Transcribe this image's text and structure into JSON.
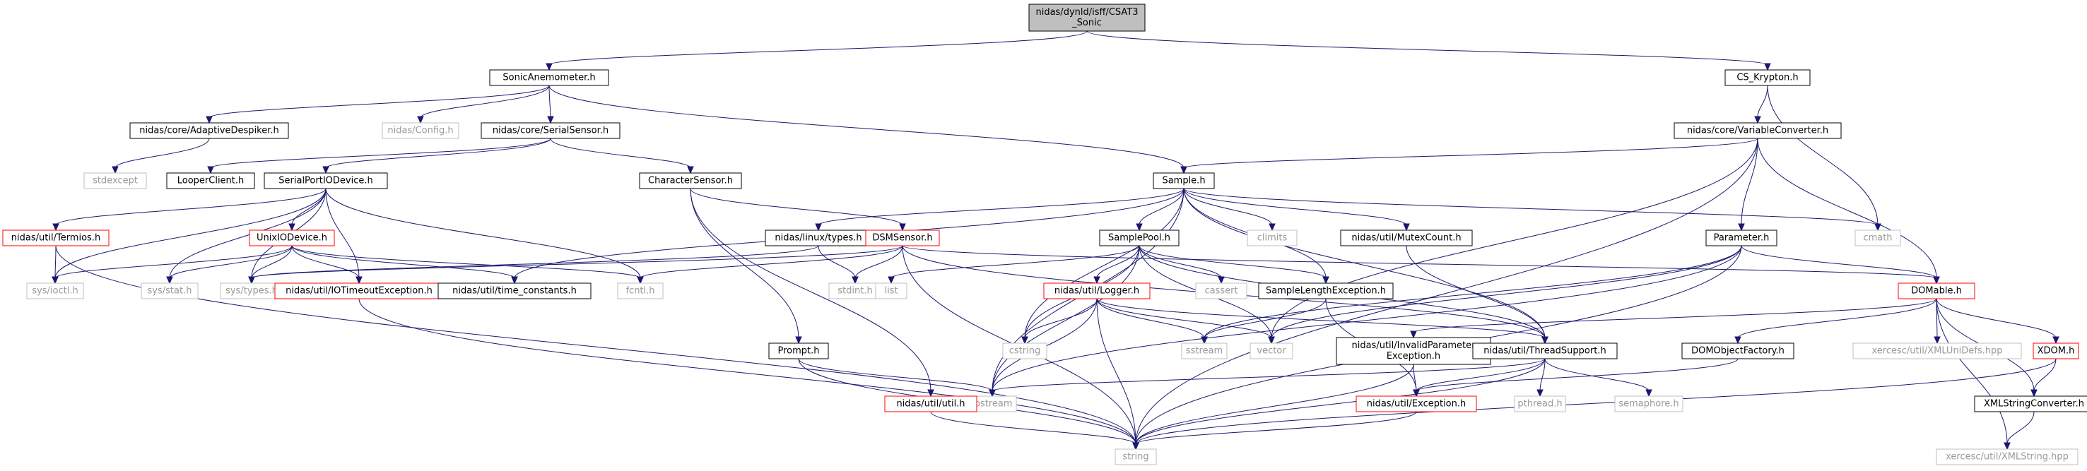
{
  "colors": {
    "edge": "#191970",
    "root_fill": "#bfbfbf",
    "black_border": "#000000",
    "red_border": "#ff0000",
    "gray_border": "#bfbfbf",
    "gray_text": "#9a9a9a"
  },
  "nodes": [
    {
      "id": "root",
      "lines": [
        "nidas/dynld/isff/CSAT3",
        "_Sonic"
      ],
      "style": "root"
    },
    {
      "id": "sonic",
      "lines": [
        "SonicAnemometer.h"
      ],
      "style": "black"
    },
    {
      "id": "krypton",
      "lines": [
        "CS_Krypton.h"
      ],
      "style": "black"
    },
    {
      "id": "despiker",
      "lines": [
        "nidas/core/AdaptiveDespiker.h"
      ],
      "style": "black"
    },
    {
      "id": "config",
      "lines": [
        "nidas/Config.h"
      ],
      "style": "gray"
    },
    {
      "id": "serialsensor",
      "lines": [
        "nidas/core/SerialSensor.h"
      ],
      "style": "black"
    },
    {
      "id": "varconv",
      "lines": [
        "nidas/core/VariableConverter.h"
      ],
      "style": "black"
    },
    {
      "id": "stdexcept",
      "lines": [
        "stdexcept"
      ],
      "style": "gray"
    },
    {
      "id": "looper",
      "lines": [
        "LooperClient.h"
      ],
      "style": "black"
    },
    {
      "id": "serialport",
      "lines": [
        "SerialPortIODevice.h"
      ],
      "style": "black"
    },
    {
      "id": "charsensor",
      "lines": [
        "CharacterSensor.h"
      ],
      "style": "black"
    },
    {
      "id": "sample",
      "lines": [
        "Sample.h"
      ],
      "style": "black"
    },
    {
      "id": "termios",
      "lines": [
        "nidas/util/Termios.h"
      ],
      "style": "red"
    },
    {
      "id": "unixio",
      "lines": [
        "UnixIODevice.h"
      ],
      "style": "red"
    },
    {
      "id": "linuxtypes",
      "lines": [
        "nidas/linux/types.h"
      ],
      "style": "black"
    },
    {
      "id": "dsmsensor",
      "lines": [
        "DSMSensor.h"
      ],
      "style": "red"
    },
    {
      "id": "samplepool",
      "lines": [
        "SamplePool.h"
      ],
      "style": "black"
    },
    {
      "id": "climits",
      "lines": [
        "climits"
      ],
      "style": "gray"
    },
    {
      "id": "mutexcount",
      "lines": [
        "nidas/util/MutexCount.h"
      ],
      "style": "black"
    },
    {
      "id": "parameter",
      "lines": [
        "Parameter.h"
      ],
      "style": "black"
    },
    {
      "id": "cmath",
      "lines": [
        "cmath"
      ],
      "style": "gray"
    },
    {
      "id": "sysioctl",
      "lines": [
        "sys/ioctl.h"
      ],
      "style": "gray"
    },
    {
      "id": "sysstat",
      "lines": [
        "sys/stat.h"
      ],
      "style": "gray"
    },
    {
      "id": "systypes",
      "lines": [
        "sys/types.h"
      ],
      "style": "gray"
    },
    {
      "id": "iotimeout",
      "lines": [
        "nidas/util/IOTimeoutException.h"
      ],
      "style": "red"
    },
    {
      "id": "timeconst",
      "lines": [
        "nidas/util/time_constants.h"
      ],
      "style": "black"
    },
    {
      "id": "fcntl",
      "lines": [
        "fcntl.h"
      ],
      "style": "gray"
    },
    {
      "id": "stdint",
      "lines": [
        "stdint.h"
      ],
      "style": "gray"
    },
    {
      "id": "list",
      "lines": [
        "list"
      ],
      "style": "gray"
    },
    {
      "id": "logger",
      "lines": [
        "nidas/util/Logger.h"
      ],
      "style": "red"
    },
    {
      "id": "cassert",
      "lines": [
        "cassert"
      ],
      "style": "gray"
    },
    {
      "id": "samplelenexc",
      "lines": [
        "SampleLengthException.h"
      ],
      "style": "black"
    },
    {
      "id": "domable",
      "lines": [
        "DOMable.h"
      ],
      "style": "red"
    },
    {
      "id": "cstring",
      "lines": [
        "cstring"
      ],
      "style": "gray"
    },
    {
      "id": "sstream",
      "lines": [
        "sstream"
      ],
      "style": "gray"
    },
    {
      "id": "vector",
      "lines": [
        "vector"
      ],
      "style": "gray"
    },
    {
      "id": "invparam",
      "lines": [
        "nidas/util/InvalidParameter",
        "Exception.h"
      ],
      "style": "black"
    },
    {
      "id": "threadsupport",
      "lines": [
        "nidas/util/ThreadSupport.h"
      ],
      "style": "black"
    },
    {
      "id": "domfactory",
      "lines": [
        "DOMObjectFactory.h"
      ],
      "style": "black"
    },
    {
      "id": "xmlunidefs",
      "lines": [
        "xercesc/util/XMLUniDefs.hpp"
      ],
      "style": "gray"
    },
    {
      "id": "xdom",
      "lines": [
        "XDOM.h"
      ],
      "style": "red"
    },
    {
      "id": "prompt",
      "lines": [
        "Prompt.h"
      ],
      "style": "black"
    },
    {
      "id": "iostream",
      "lines": [
        "iostream"
      ],
      "style": "gray"
    },
    {
      "id": "util",
      "lines": [
        "nidas/util/util.h"
      ],
      "style": "red"
    },
    {
      "id": "exception",
      "lines": [
        "nidas/util/Exception.h"
      ],
      "style": "red"
    },
    {
      "id": "pthread",
      "lines": [
        "pthread.h"
      ],
      "style": "gray"
    },
    {
      "id": "semaphore",
      "lines": [
        "semaphore.h"
      ],
      "style": "gray"
    },
    {
      "id": "xmlstrconv",
      "lines": [
        "XMLStringConverter.h"
      ],
      "style": "black"
    },
    {
      "id": "string",
      "lines": [
        "string"
      ],
      "style": "gray"
    },
    {
      "id": "xmlstring",
      "lines": [
        "xercesc/util/XMLString.hpp"
      ],
      "style": "gray"
    }
  ],
  "edges": [
    [
      "root",
      "sonic"
    ],
    [
      "root",
      "krypton"
    ],
    [
      "sonic",
      "despiker"
    ],
    [
      "sonic",
      "config"
    ],
    [
      "sonic",
      "serialsensor"
    ],
    [
      "sonic",
      "sample"
    ],
    [
      "despiker",
      "stdexcept"
    ],
    [
      "serialsensor",
      "looper"
    ],
    [
      "serialsensor",
      "serialport"
    ],
    [
      "serialsensor",
      "charsensor"
    ],
    [
      "serialport",
      "termios"
    ],
    [
      "serialport",
      "unixio"
    ],
    [
      "serialport",
      "sysioctl"
    ],
    [
      "serialport",
      "sysstat"
    ],
    [
      "serialport",
      "systypes"
    ],
    [
      "serialport",
      "iotimeout"
    ],
    [
      "serialport",
      "fcntl"
    ],
    [
      "termios",
      "sysioctl"
    ],
    [
      "termios",
      "string"
    ],
    [
      "unixio",
      "sysioctl"
    ],
    [
      "unixio",
      "sysstat"
    ],
    [
      "unixio",
      "systypes"
    ],
    [
      "unixio",
      "iotimeout"
    ],
    [
      "unixio",
      "timeconst"
    ],
    [
      "unixio",
      "fcntl"
    ],
    [
      "iotimeout",
      "string"
    ],
    [
      "charsensor",
      "dsmsensor"
    ],
    [
      "charsensor",
      "prompt"
    ],
    [
      "charsensor",
      "util"
    ],
    [
      "dsmsensor",
      "systypes"
    ],
    [
      "dsmsensor",
      "fcntl"
    ],
    [
      "dsmsensor",
      "stdint"
    ],
    [
      "dsmsensor",
      "domable"
    ],
    [
      "dsmsensor",
      "threadsupport"
    ],
    [
      "dsmsensor",
      "string"
    ],
    [
      "krypton",
      "varconv"
    ],
    [
      "krypton",
      "cmath"
    ],
    [
      "varconv",
      "sample"
    ],
    [
      "varconv",
      "parameter"
    ],
    [
      "varconv",
      "domable"
    ],
    [
      "varconv",
      "vector"
    ],
    [
      "varconv",
      "string"
    ],
    [
      "sample",
      "linuxtypes"
    ],
    [
      "sample",
      "samplepool"
    ],
    [
      "sample",
      "climits"
    ],
    [
      "sample",
      "mutexcount"
    ],
    [
      "sample",
      "cmath"
    ],
    [
      "sample",
      "timeconst"
    ],
    [
      "sample",
      "samplelenexc"
    ],
    [
      "sample",
      "threadsupport"
    ],
    [
      "sample",
      "cstring"
    ],
    [
      "sample",
      "iostream"
    ],
    [
      "linuxtypes",
      "stdint"
    ],
    [
      "linuxtypes",
      "systypes"
    ],
    [
      "samplepool",
      "list"
    ],
    [
      "samplepool",
      "logger"
    ],
    [
      "samplepool",
      "cassert"
    ],
    [
      "samplepool",
      "samplelenexc"
    ],
    [
      "samplepool",
      "threadsupport"
    ],
    [
      "samplepool",
      "cstring"
    ],
    [
      "samplepool",
      "iostream"
    ],
    [
      "samplepool",
      "vector"
    ],
    [
      "mutexcount",
      "threadsupport"
    ],
    [
      "logger",
      "cstring"
    ],
    [
      "logger",
      "sstream"
    ],
    [
      "logger",
      "vector"
    ],
    [
      "logger",
      "iostream"
    ],
    [
      "logger",
      "string"
    ],
    [
      "logger",
      "threadsupport"
    ],
    [
      "samplelenexc",
      "exception"
    ],
    [
      "samplelenexc",
      "sstream"
    ],
    [
      "parameter",
      "domable"
    ],
    [
      "parameter",
      "sstream"
    ],
    [
      "parameter",
      "vector"
    ],
    [
      "parameter",
      "iostream"
    ],
    [
      "parameter",
      "string"
    ],
    [
      "domable",
      "invparam"
    ],
    [
      "domable",
      "domfactory"
    ],
    [
      "domable",
      "xmlunidefs"
    ],
    [
      "domable",
      "xdom"
    ],
    [
      "domable",
      "xmlstrconv"
    ],
    [
      "domable",
      "xmlstring"
    ],
    [
      "invparam",
      "exception"
    ],
    [
      "invparam",
      "string"
    ],
    [
      "threadsupport",
      "iostream"
    ],
    [
      "threadsupport",
      "exception"
    ],
    [
      "threadsupport",
      "pthread"
    ],
    [
      "threadsupport",
      "semaphore"
    ],
    [
      "threadsupport",
      "string"
    ],
    [
      "domfactory",
      "exception"
    ],
    [
      "xdom",
      "xmlstrconv"
    ],
    [
      "xdom",
      "string"
    ],
    [
      "xmlstrconv",
      "xmlstring"
    ],
    [
      "exception",
      "string"
    ],
    [
      "prompt",
      "iostream"
    ],
    [
      "prompt",
      "string"
    ],
    [
      "util",
      "string"
    ]
  ]
}
